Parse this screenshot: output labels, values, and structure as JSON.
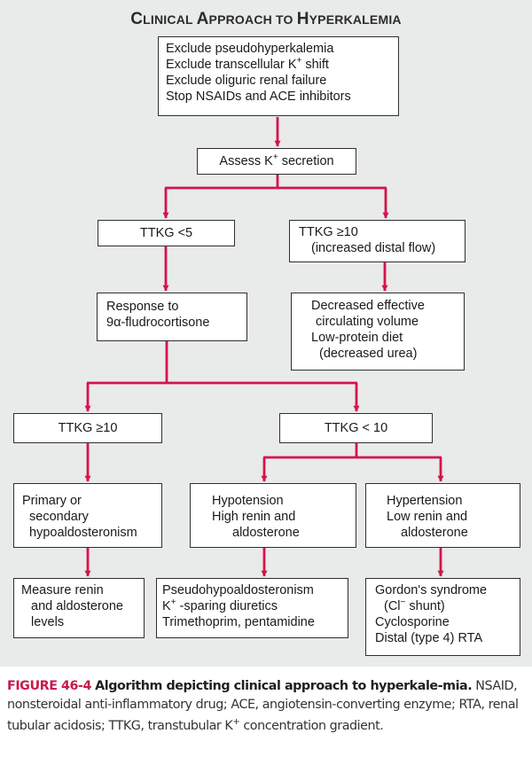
{
  "title": {
    "first_letter": "C",
    "part1": "LINICAL ",
    "second_letter": "A",
    "part2": "PPROACH TO ",
    "third_letter": "H",
    "part3": "YPERKALEMIA"
  },
  "boxes": {
    "start": {
      "l1": "Exclude pseudohyperkalemia",
      "l2a": "Exclude transcellular K",
      "l2sup": "+",
      "l2b": " shift",
      "l3": "Exclude oliguric renal failure",
      "l4": "Stop NSAIDs and ACE inhibitors"
    },
    "assess": {
      "a": "Assess K",
      "sup": "+",
      "b": " secretion"
    },
    "ttkg_lt5": "TTKG <5",
    "ttkg_ge10_flow": {
      "l1": "TTKG ≥10",
      "l2": "(increased distal flow)"
    },
    "response": {
      "l1": "Response to",
      "l2": "9α-fludrocortisone"
    },
    "decreased": {
      "l1": "Decreased effective",
      "l2": "circulating volume",
      "l3": "Low-protein diet",
      "l4": "(decreased urea)"
    },
    "ttkg_ge10": "TTKG ≥10",
    "ttkg_lt10": "TTKG < 10",
    "primary": {
      "l1": "Primary or",
      "l2": "secondary",
      "l3": "hypoaldosteronism"
    },
    "hypotension": {
      "l1": "Hypotension",
      "l2": "High renin and",
      "l3": "aldosterone"
    },
    "hypertension": {
      "l1": "Hypertension",
      "l2": "Low renin and",
      "l3": "aldosterone"
    },
    "measure": {
      "l1": "Measure renin",
      "l2": "and aldosterone",
      "l3": "levels"
    },
    "pseudo": {
      "l1": "Pseudohypoaldosteronism",
      "l2a": "K",
      "l2sup": "+",
      "l2b": " -sparing diuretics",
      "l3": "Trimethoprim, pentamidine"
    },
    "gordon": {
      "l1": "Gordon's syndrome",
      "l2a": "(Cl",
      "l2sup": "−",
      "l2b": " shunt)",
      "l3": "Cyclosporine",
      "l4": "Distal (type 4) RTA"
    }
  },
  "caption": {
    "fignum": "FIGURE 46-4",
    "figtitle": "Algorithm depicting clinical approach to hyperkale-mia.",
    "text_a": " NSAID, nonsteroidal anti-inflammatory drug; ACE, angiotensin-converting enzyme; RTA, renal tubular acidosis; TTKG, transtubular K",
    "text_sup": "+",
    "text_b": " concentration gradient."
  },
  "colors": {
    "arrow": "#d4134a",
    "panel": "#e9eaea",
    "caption_accent": "#c8194a"
  }
}
